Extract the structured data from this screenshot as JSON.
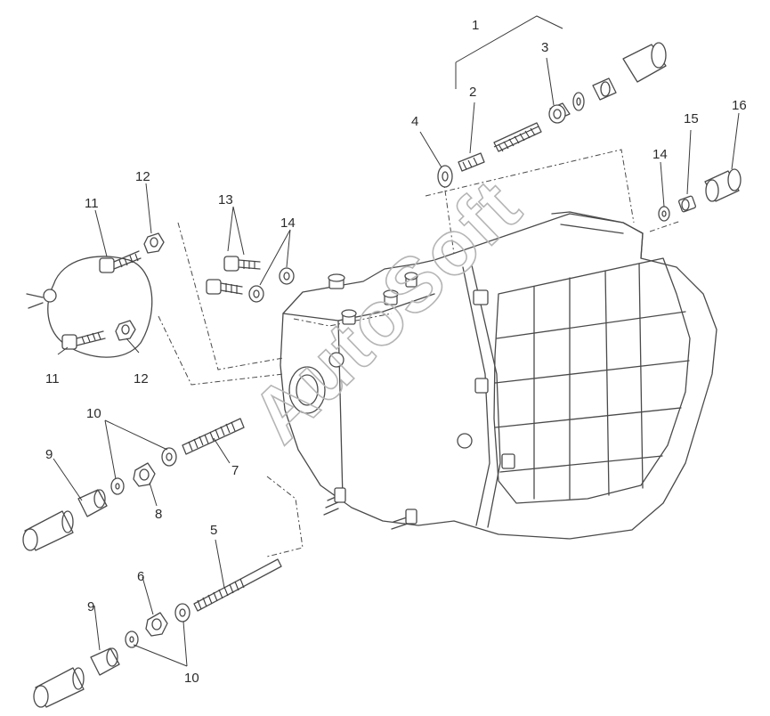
{
  "watermark": "AutoSoft",
  "callouts": [
    {
      "id": "c1",
      "text": "1"
    },
    {
      "id": "c2",
      "text": "2"
    },
    {
      "id": "c3",
      "text": "3"
    },
    {
      "id": "c4",
      "text": "4"
    },
    {
      "id": "c5",
      "text": "5"
    },
    {
      "id": "c6",
      "text": "6"
    },
    {
      "id": "c7",
      "text": "7"
    },
    {
      "id": "c8",
      "text": "8"
    },
    {
      "id": "c9a",
      "text": "9"
    },
    {
      "id": "c9b",
      "text": "9"
    },
    {
      "id": "c10a",
      "text": "10"
    },
    {
      "id": "c10b",
      "text": "10"
    },
    {
      "id": "c11a",
      "text": "11"
    },
    {
      "id": "c11b",
      "text": "11"
    },
    {
      "id": "c12a",
      "text": "12"
    },
    {
      "id": "c12b",
      "text": "12"
    },
    {
      "id": "c13",
      "text": "13"
    },
    {
      "id": "c14a",
      "text": "14"
    },
    {
      "id": "c14b",
      "text": "14"
    },
    {
      "id": "c15",
      "text": "15"
    },
    {
      "id": "c16",
      "text": "16"
    }
  ]
}
